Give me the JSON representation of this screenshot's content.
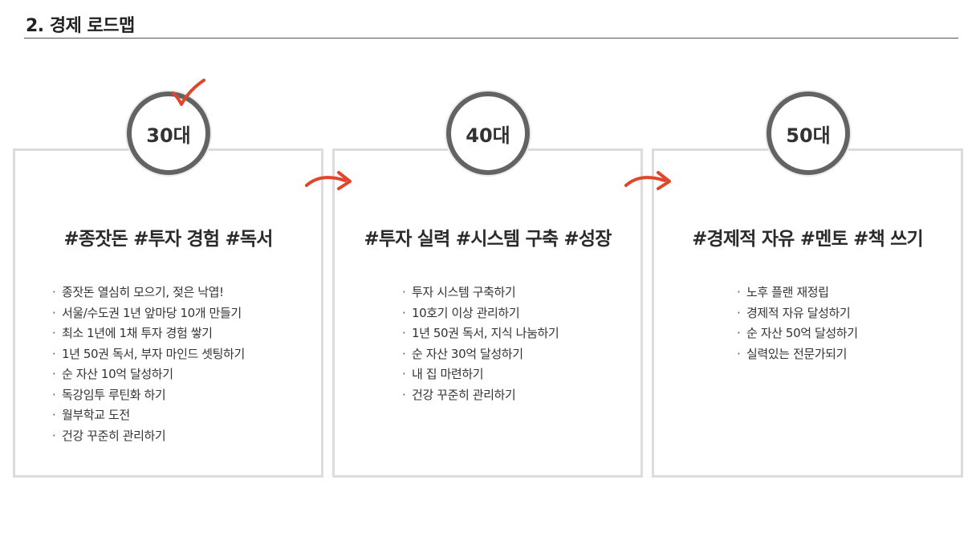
{
  "header": {
    "title": "2. 경제 로드맵"
  },
  "accent_color": "#e0462a",
  "circle_border_color": "#636363",
  "card_border_color": "#dcdcdc",
  "stages": [
    {
      "age": "30대",
      "heading": "#종잣돈 #투자 경험 #독서",
      "bullet": "·",
      "items": [
        "종잣돈 열심히 모으기, 젖은 낙엽!",
        "서울/수도권 1년 앞마당 10개 만들기",
        "최소 1년에 1채 투자 경험 쌓기",
        "1년 50권 독서, 부자 마인드 셋팅하기",
        "순 자산 10억 달성하기",
        "독강임투 루틴화 하기",
        "월부학교 도전",
        "건강 꾸준히 관리하기"
      ]
    },
    {
      "age": "40대",
      "heading": "#투자 실력 #시스템 구축 #성장",
      "bullet": "·",
      "items": [
        "투자 시스템 구축하기",
        "10호기 이상 관리하기",
        "1년 50권 독서, 지식 나눔하기",
        "순 자산 30억 달성하기",
        "내 집 마련하기",
        "건강 꾸준히 관리하기"
      ]
    },
    {
      "age": "50대",
      "heading": "#경제적 자유 #멘토 #책 쓰기",
      "bullet": "·",
      "items": [
        "노후 플랜 재정립",
        "경제적 자유 달성하기",
        "순 자산 50억 달성하기",
        "실력있는 전문가되기"
      ]
    }
  ],
  "icons": {
    "check": "check-mark-icon",
    "arrow": "curved-arrow-right-icon"
  }
}
